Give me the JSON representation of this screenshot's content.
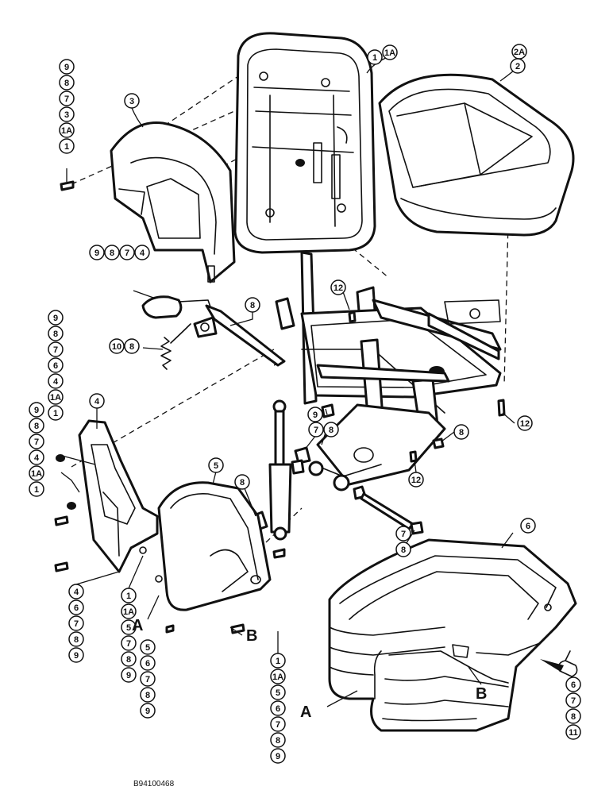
{
  "figure_code": "B94100468",
  "section_letters": {
    "a": "A",
    "b": "B"
  },
  "callouts": {
    "left_stack_top": [
      "9",
      "8",
      "7",
      "3",
      "1A",
      "1"
    ],
    "back_cover": "3",
    "back_cushion": [
      "1",
      "1A"
    ],
    "seat_cushion": [
      "2A",
      "2"
    ],
    "lever_stack": [
      "9",
      "8",
      "7",
      "4"
    ],
    "spring": [
      "10",
      "8"
    ],
    "rod": "8",
    "left_stack_mid": [
      "9",
      "8",
      "7",
      "6",
      "4",
      "1A",
      "1"
    ],
    "left_stack_side": [
      "9",
      "8",
      "7",
      "4",
      "1A",
      "1"
    ],
    "side_cover_left": "4",
    "side_cover_bottom": [
      "4",
      "6",
      "7",
      "8",
      "9"
    ],
    "screw_group_mid": [
      "1",
      "1A",
      "5",
      "7",
      "8",
      "9"
    ],
    "side_cover_right": "5",
    "group_5": [
      "5",
      "6",
      "7",
      "8",
      "9"
    ],
    "right_stack": [
      "1",
      "1A",
      "5",
      "6",
      "7",
      "8",
      "9"
    ],
    "bolt_12_top": "12",
    "bolt_12_right": "12",
    "bolt_12_mid": "12",
    "nut_9": "9",
    "shock_top": [
      "7",
      "8"
    ],
    "nut_8_right": "8",
    "shock_8": "8",
    "washer_78": [
      "7",
      "8"
    ],
    "boot": "6",
    "boot_clamp": [
      "6",
      "7",
      "8",
      "11"
    ]
  }
}
